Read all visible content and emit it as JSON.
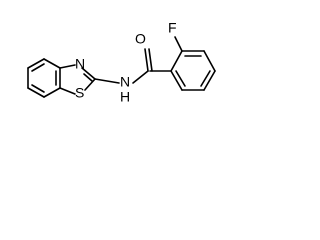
{
  "molecule": {
    "atoms": {
      "fluorine": "F",
      "oxygen": "O",
      "nitrogen_ring": "N",
      "sulfur": "S",
      "nitrogen_amide": "N",
      "hydrogen_amide": "H"
    }
  }
}
